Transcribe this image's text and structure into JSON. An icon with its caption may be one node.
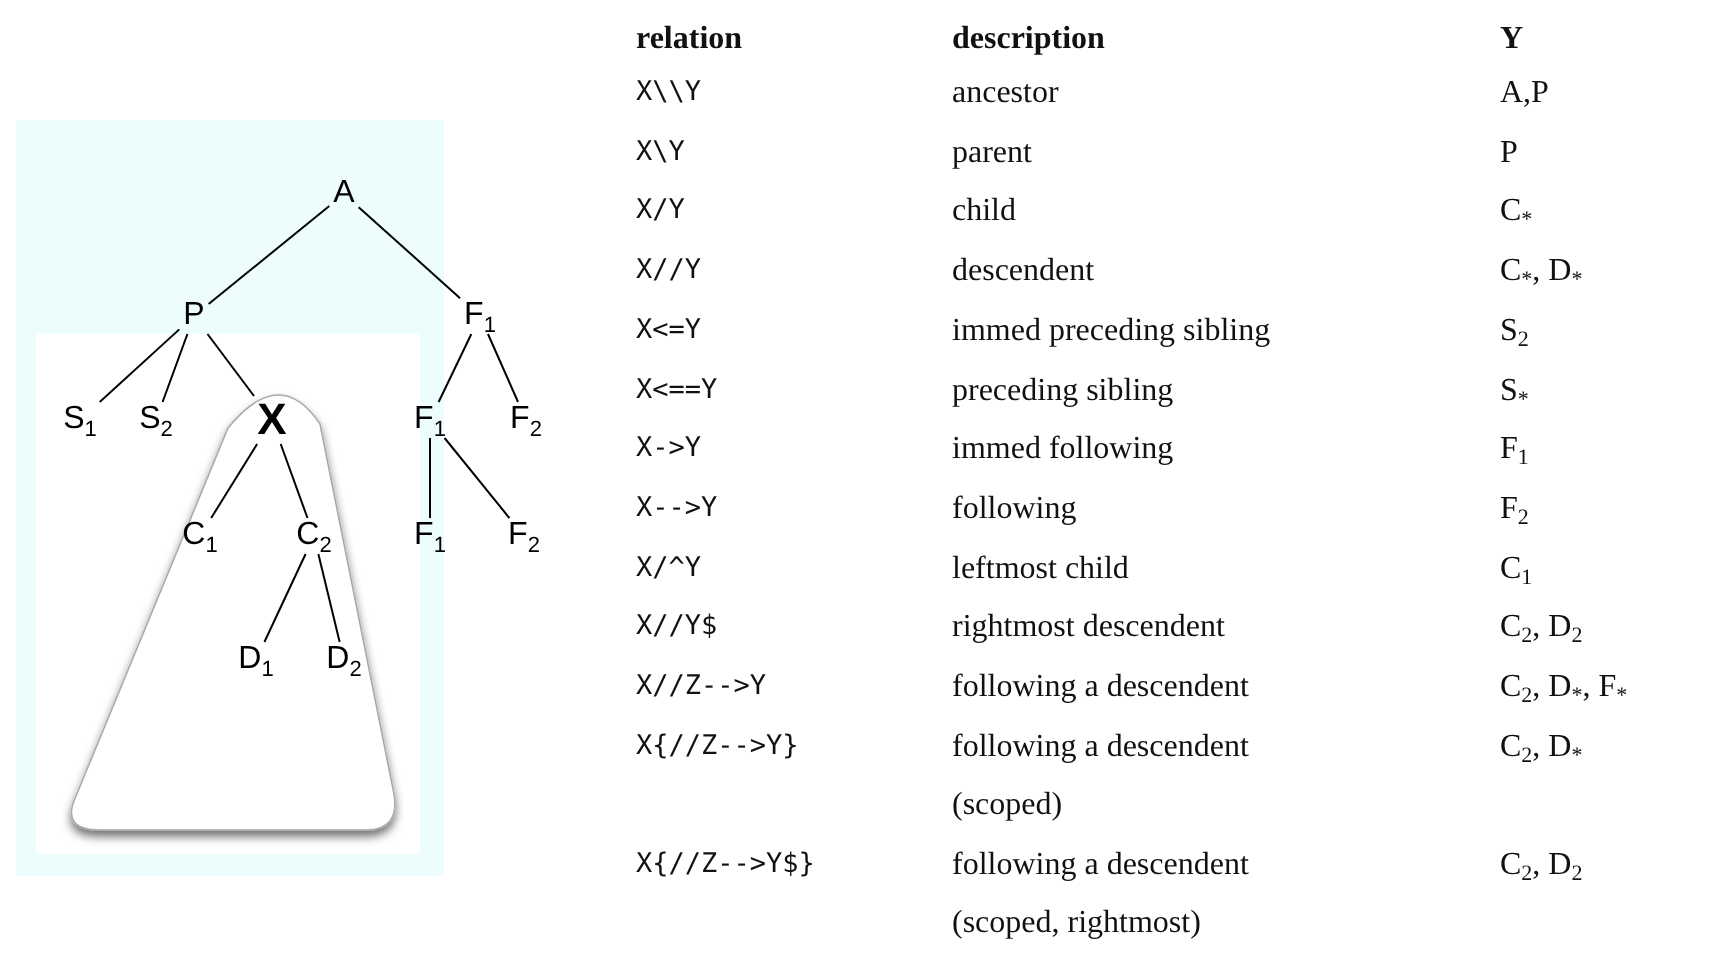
{
  "diagram": {
    "nodes": [
      {
        "text": [
          "A"
        ]
      },
      {
        "text": [
          "P"
        ]
      },
      {
        "text": [
          "F$_{1}$"
        ]
      },
      {
        "text": [
          "S$_{1}$"
        ]
      },
      {
        "text": [
          "S$_{2}$"
        ]
      },
      {
        "text": [
          "X"
        ]
      },
      {
        "text": [
          "F$_{1}$"
        ]
      },
      {
        "text": [
          "F$_{2}$"
        ]
      },
      {
        "text": [
          "C$_{1}$"
        ]
      },
      {
        "text": [
          "C$_{2}$"
        ]
      },
      {
        "text": [
          "F$_{1}$"
        ]
      },
      {
        "text": [
          "F$_{2}$"
        ]
      },
      {
        "text": [
          "D$_{1}$"
        ]
      },
      {
        "text": [
          "D$_{2}$"
        ]
      }
    ],
    "edges": [
      {
        "from": 0,
        "to": 1,
        "arrow": "none"
      },
      {
        "from": 0,
        "to": 2,
        "arrow": "none"
      },
      {
        "from": 1,
        "to": 3,
        "arrow": "none"
      },
      {
        "from": 1,
        "to": 4,
        "arrow": "none"
      },
      {
        "from": 1,
        "to": 5,
        "arrow": "none"
      },
      {
        "from": 2,
        "to": 6,
        "arrow": "none"
      },
      {
        "from": 2,
        "to": 7,
        "arrow": "none"
      },
      {
        "from": 5,
        "to": 8,
        "arrow": "none"
      },
      {
        "from": 5,
        "to": 9,
        "arrow": "none"
      },
      {
        "from": 6,
        "to": 10,
        "arrow": "none"
      },
      {
        "from": 6,
        "to": 11,
        "arrow": "none"
      },
      {
        "from": 9,
        "to": 12,
        "arrow": "none"
      },
      {
        "from": 9,
        "to": 13,
        "arrow": "none"
      }
    ],
    "labels": [
      "relation",
      "description",
      "Y",
      "X\\\\Y",
      "ancestor",
      "A,P",
      "X\\Y",
      "parent",
      "P",
      "X/Y",
      "child",
      "C$_{*}$",
      "X//Y",
      "descendent",
      "C$_{*}$, D$_{*}$",
      "X<=Y",
      "immed preceding sibling",
      "S$_{2}$",
      "X<==Y",
      "preceding sibling",
      "S$_{*}$",
      "X->Y",
      "immed following",
      "F$_{1}$",
      "X-->Y",
      "following",
      "F$_{2}$",
      "X/^Y",
      "leftmost child",
      "C$_{1}$",
      "X//Y$",
      "rightmost descendent",
      "C$_{2}$, D$_{2}$",
      "X//Z-->Y",
      "following a descendent",
      "C$_{2}$, D$_{*}$, F$_{*}$",
      "X{//Z-->Y}",
      "following a descendent (scoped)",
      "C$_{2}$, D$_{*}$",
      "X{//Z-->Y$}",
      "following a descendent (scoped, rightmost)",
      "C$_{2}$, D$_{2}$"
    ]
  }
}
